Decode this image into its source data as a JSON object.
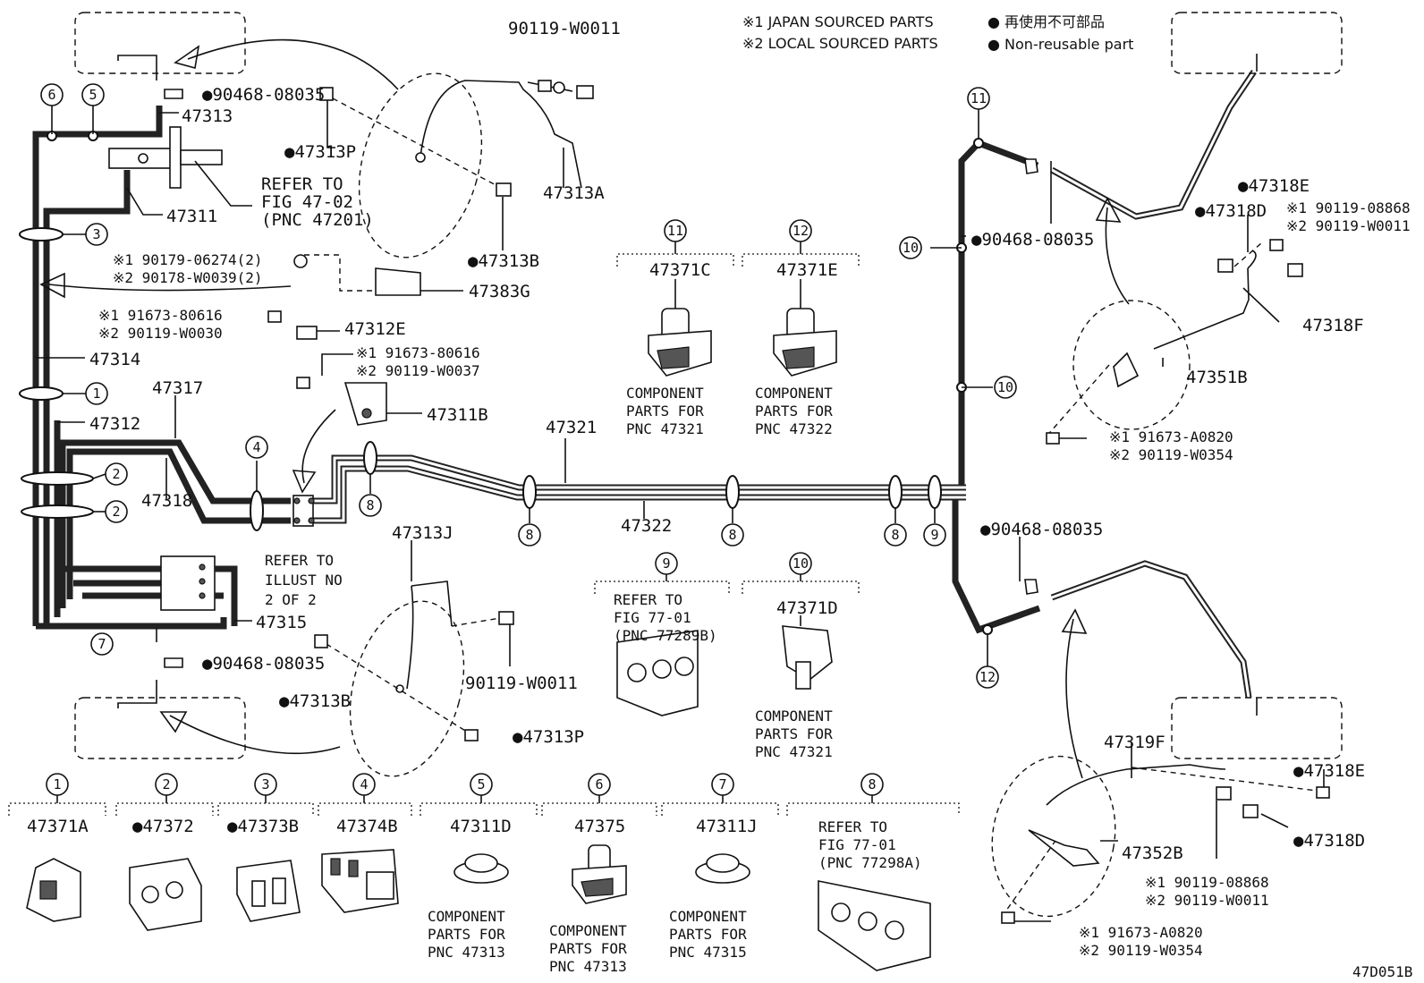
{
  "header": {
    "note1": "※1 JAPAN SOURCED PARTS",
    "note1_jp": "● 再使用不可部品",
    "note2": "※2 LOCAL SOURCED PARTS",
    "note2_en": "● Non-reusable part"
  },
  "figure_code": "47D051B",
  "labels": {
    "p90119_W0011_top": "90119-W0011",
    "p90468_08035_a": "●90468-08035",
    "p47313": "47313",
    "p47313P_a": "●47313P",
    "refer_4702_1": "REFER TO",
    "refer_4702_2": "FIG 47-02",
    "refer_4702_3": "(PNC 47201)",
    "p47311": "47311",
    "p47313A": "47313A",
    "p47313B_a": "●47313B",
    "p90179": "※1 90179-06274(2)",
    "p90178": "※2 90178-W0039(2)",
    "p47383G": "47383G",
    "p91673_80616_a": "※1 91673-80616",
    "p90119_W0030": "※2 90119-W0030",
    "p47312E": "47312E",
    "p47314": "47314",
    "p91673_80616_b": "※1 91673-80616",
    "p90119_W0037": "※2 90119-W0037",
    "p47317": "47317",
    "p47311B": "47311B",
    "p47312": "47312",
    "p47318": "47318",
    "p47321": "47321",
    "p47322": "47322",
    "refer_illust_1": "REFER TO",
    "refer_illust_2": "ILLUST NO",
    "refer_illust_3": "2 OF 2",
    "p47315": "47315",
    "p47313J": "47313J",
    "p90468_08035_b": "●90468-08035",
    "p47313B_b": "●47313B",
    "p90119_W0011_mid": "90119-W0011",
    "p47313P_b": "●47313P",
    "p47371C": "47371C",
    "p47371E": "47371E",
    "comp_a_1": "COMPONENT",
    "comp_a_2": "PARTS FOR",
    "comp_a_3": "PNC 47321",
    "comp_b_1": "COMPONENT",
    "comp_b_2": "PARTS FOR",
    "comp_b_3": "PNC 47322",
    "refer_7701_1": "REFER TO",
    "refer_7701_2": "FIG 77-01",
    "refer_7701_3": "(PNC 77289B)",
    "p47371D": "47371D",
    "comp_c_1": "COMPONENT",
    "comp_c_2": "PARTS FOR",
    "comp_c_3": "PNC 47321",
    "p90468_08035_c": "●90468-08035",
    "p47318E_a": "●47318E",
    "p47318D_a": "●47318D",
    "p90119_08868_a": "※1 90119-08868",
    "p90119_W0011_b": "※2 90119-W0011",
    "p47318F": "47318F",
    "p47351B": "47351B",
    "p91673_A0820_a": "※1 91673-A0820",
    "p90119_W0354_a": "※2 90119-W0354",
    "p90468_08035_d": "●90468-08035",
    "p47319F": "47319F",
    "p47318E_b": "●47318E",
    "p47352B": "47352B",
    "p47318D_b": "●47318D",
    "p90119_08868_b": "※1 90119-08868",
    "p90119_W0011_c": "※2 90119-W0011",
    "p91673_A0820_b": "※1 91673-A0820",
    "p90119_W0354_b": "※2 90119-W0354"
  },
  "callouts": [
    "1",
    "2",
    "3",
    "4",
    "5",
    "6",
    "7",
    "8",
    "9",
    "10",
    "11",
    "12"
  ],
  "legend": [
    {
      "num": "1",
      "part": "47371A",
      "note": [
        "",
        "",
        ""
      ]
    },
    {
      "num": "2",
      "part": "●47372",
      "note": [
        "",
        "",
        ""
      ]
    },
    {
      "num": "3",
      "part": "●47373B",
      "note": [
        "",
        "",
        ""
      ]
    },
    {
      "num": "4",
      "part": "47374B",
      "note": [
        "",
        "",
        ""
      ]
    },
    {
      "num": "5",
      "part": "47311D",
      "note": [
        "COMPONENT",
        "PARTS FOR",
        "PNC 47313"
      ]
    },
    {
      "num": "6",
      "part": "47375",
      "note": [
        "COMPONENT",
        "PARTS FOR",
        "PNC 47313"
      ]
    },
    {
      "num": "7",
      "part": "47311J",
      "note": [
        "COMPONENT",
        "PARTS FOR",
        "PNC 47315"
      ]
    },
    {
      "num": "8",
      "part": "",
      "note": [
        "REFER TO",
        "FIG 77-01",
        "(PNC 77298A)"
      ]
    }
  ]
}
